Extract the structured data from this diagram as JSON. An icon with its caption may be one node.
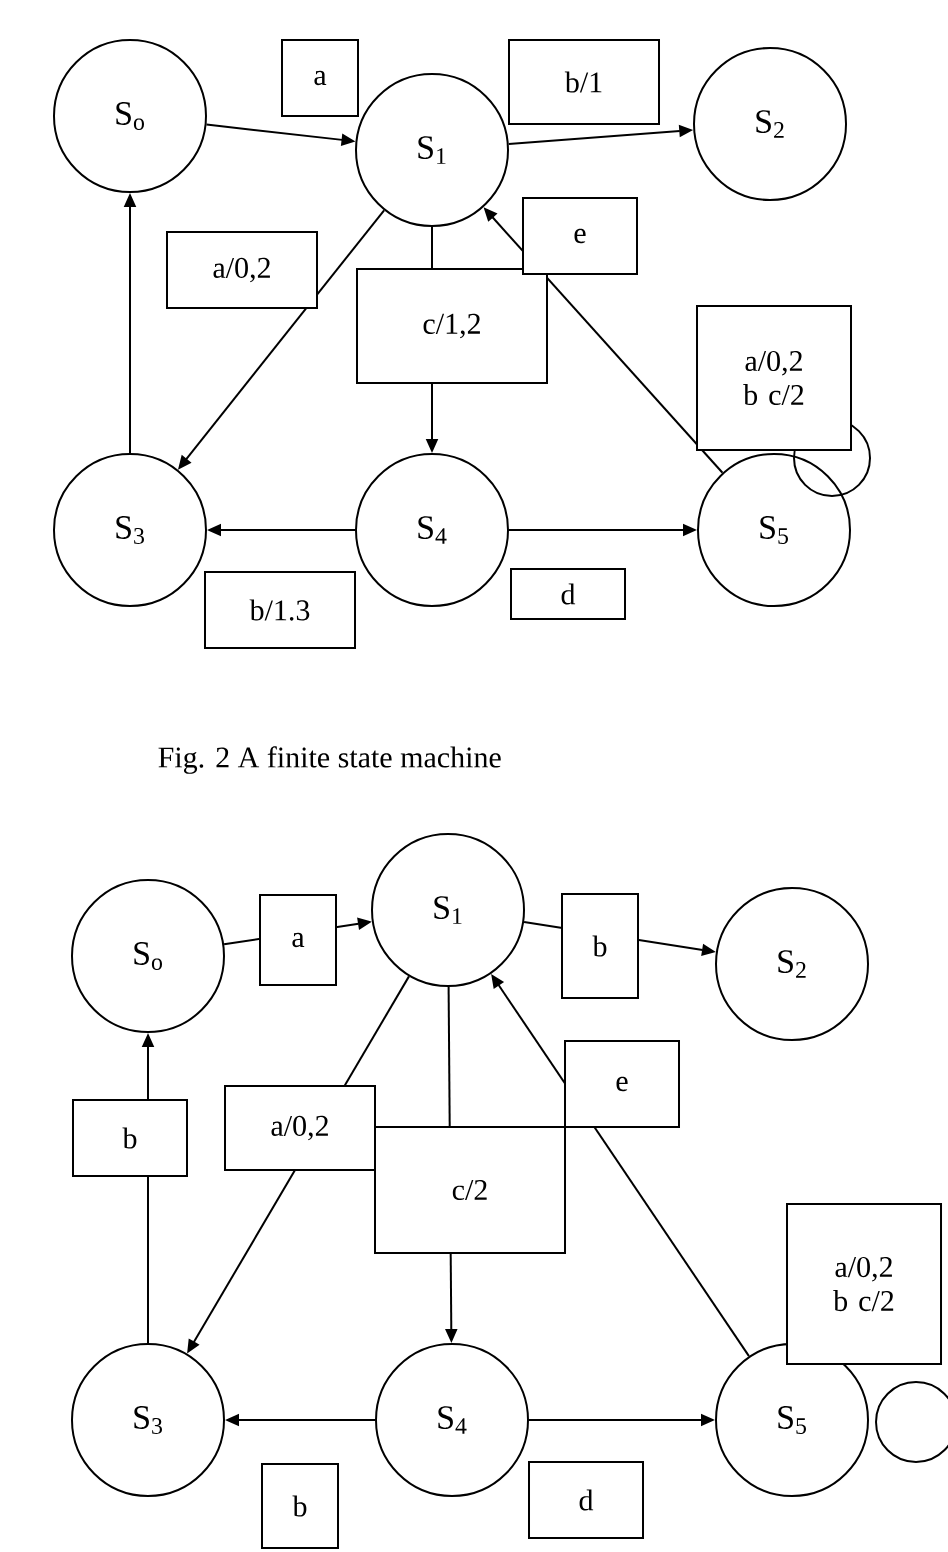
{
  "diagram": {
    "caption": "Fig. 2 A finite state machine",
    "nodes": [
      {
        "text": [
          "S$_{o}$"
        ]
      },
      {
        "text": [
          "S$_{1}$"
        ]
      },
      {
        "text": [
          "S$_{2}$"
        ]
      },
      {
        "text": [
          "S$_{3}$"
        ]
      },
      {
        "text": [
          "S$_{4}$"
        ]
      },
      {
        "text": [
          "S$_{5}$"
        ]
      },
      {
        "text": [
          "S$_{o}$"
        ]
      },
      {
        "text": [
          "S$_{1}$"
        ]
      },
      {
        "text": [
          "S$_{2}$"
        ]
      },
      {
        "text": [
          "S$_{3}$"
        ]
      },
      {
        "text": [
          "S$_{4}$"
        ]
      },
      {
        "text": [
          "S$_{5}$"
        ]
      }
    ],
    "edges": [
      {
        "from": 0,
        "to": 1,
        "arrow": "to",
        "label": "a"
      },
      {
        "from": 1,
        "to": 2,
        "arrow": "to",
        "label": "b/1"
      },
      {
        "from": 1,
        "to": 3,
        "arrow": "to",
        "label": "a/0,2"
      },
      {
        "from": 1,
        "to": 4,
        "arrow": "to",
        "label": "c/1,2"
      },
      {
        "from": 5,
        "to": 1,
        "arrow": "to",
        "label": "e"
      },
      {
        "from": 5,
        "to": 5,
        "arrow": "none",
        "label": "a/0,2 b c/2"
      },
      {
        "from": 3,
        "to": 0,
        "arrow": "to"
      },
      {
        "from": 4,
        "to": 3,
        "arrow": "to",
        "label": "b/1.3"
      },
      {
        "from": 4,
        "to": 5,
        "arrow": "to",
        "label": "d"
      },
      {
        "from": 6,
        "to": 7,
        "arrow": "to",
        "label": "a"
      },
      {
        "from": 7,
        "to": 8,
        "arrow": "to",
        "label": "b"
      },
      {
        "from": 7,
        "to": 9,
        "arrow": "to",
        "label": "a/0,2"
      },
      {
        "from": 7,
        "to": 10,
        "arrow": "to",
        "label": "c/2"
      },
      {
        "from": 11,
        "to": 7,
        "arrow": "to",
        "label": "e"
      },
      {
        "from": 11,
        "to": 11,
        "arrow": "none",
        "label": "a/0,2 b c/2"
      },
      {
        "from": 9,
        "to": 6,
        "arrow": "to",
        "label": "b"
      },
      {
        "from": 10,
        "to": 9,
        "arrow": "to",
        "label": "b"
      },
      {
        "from": 10,
        "to": 11,
        "arrow": "to",
        "label": "d"
      }
    ]
  }
}
